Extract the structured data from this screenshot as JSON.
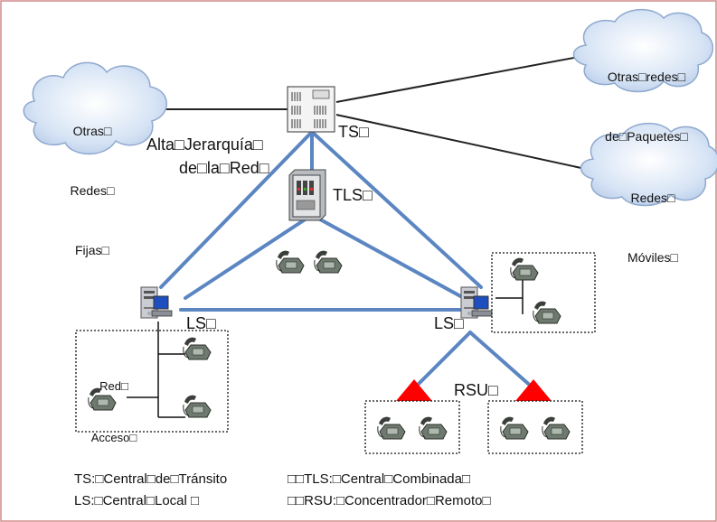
{
  "clouds": {
    "fixed": {
      "lines": [
        "Otras□",
        "Redes□",
        "Fijas□"
      ]
    },
    "packet": {
      "lines": [
        "Otras□redes□",
        "de□Paquetes□"
      ]
    },
    "mobile": {
      "lines": [
        "Redes□",
        "Móviles□"
      ]
    }
  },
  "labels": {
    "ts": "TS□",
    "tls": "TLS□",
    "ls_left": "LS□",
    "ls_right": "LS□",
    "rsu": "RSU□",
    "hierarchy_line1": "Alta□Jerarquía□",
    "hierarchy_line2": "de□la□Red□",
    "access_line1": "Red□",
    "access_line2": "Acceso□"
  },
  "legend": {
    "ts": "TS:□Central□de□Tránsito",
    "tls": "□□TLS:□Central□Combinada□",
    "ls": "LS:□Central□Local □",
    "rsu": "□□RSU:□Concentrador□Remoto□"
  },
  "colors": {
    "frame": "#d08a8a",
    "link": "#5b86c2",
    "line": "#222222",
    "rsu_triangle": "#ff0000"
  }
}
